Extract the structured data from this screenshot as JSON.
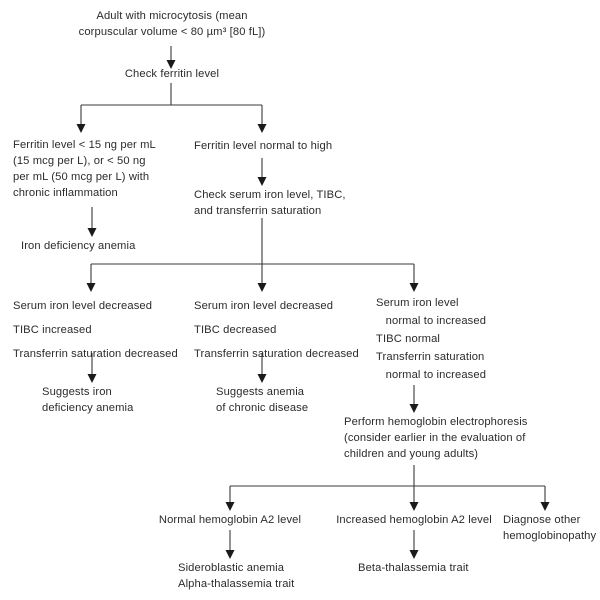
{
  "diagram": {
    "title": "Microcytosis diagnostic algorithm flowchart",
    "theme": {
      "background": "#ffffff",
      "text_color": "#2b2b2b",
      "connector_color": "#3a3a3a",
      "arrowhead_color": "#1a1a1a"
    },
    "nodes": {
      "start": "Adult with microcytosis (mean\ncorpuscular volume < 80 µm³ [80 fL])",
      "check_ferritin": "Check ferritin level",
      "ferritin_low": "Ferritin level < 15 ng per mL\n(15 mcg per L), or < 50 ng\nper mL (50 mcg per L) with\nchronic inflammation",
      "iron_deficiency_anemia": "Iron deficiency anemia",
      "ferritin_normal_high": "Ferritin level normal to high",
      "check_iron_studies": "Check serum iron level, TIBC,\nand transferrin saturation",
      "panel_iron_deficiency": "Serum iron level decreased\nTIBC increased\nTransferrin saturation decreased",
      "panel_chronic_disease": "Serum iron level decreased\nTIBC decreased\nTransferrin saturation decreased",
      "panel_thalassemia": "Serum iron level\n   normal to increased\nTIBC normal\nTransferrin saturation\n   normal to increased",
      "suggests_iron_deficiency": "Suggests iron\ndeficiency anemia",
      "suggests_chronic_disease": "Suggests anemia\nof chronic disease",
      "perform_electrophoresis": "Perform hemoglobin electrophoresis\n(consider earlier in the evaluation of\nchildren and young adults)",
      "normal_hgb_a2": "Normal hemoglobin A2 level",
      "increased_hgb_a2": "Increased hemoglobin A2 level",
      "diagnose_other": "Diagnose other\nhemoglobinopathy",
      "sideroblastic_alpha": "Sideroblastic anemia\nAlpha-thalassemia trait",
      "beta_thalassemia": "Beta-thalassemia trait"
    }
  }
}
